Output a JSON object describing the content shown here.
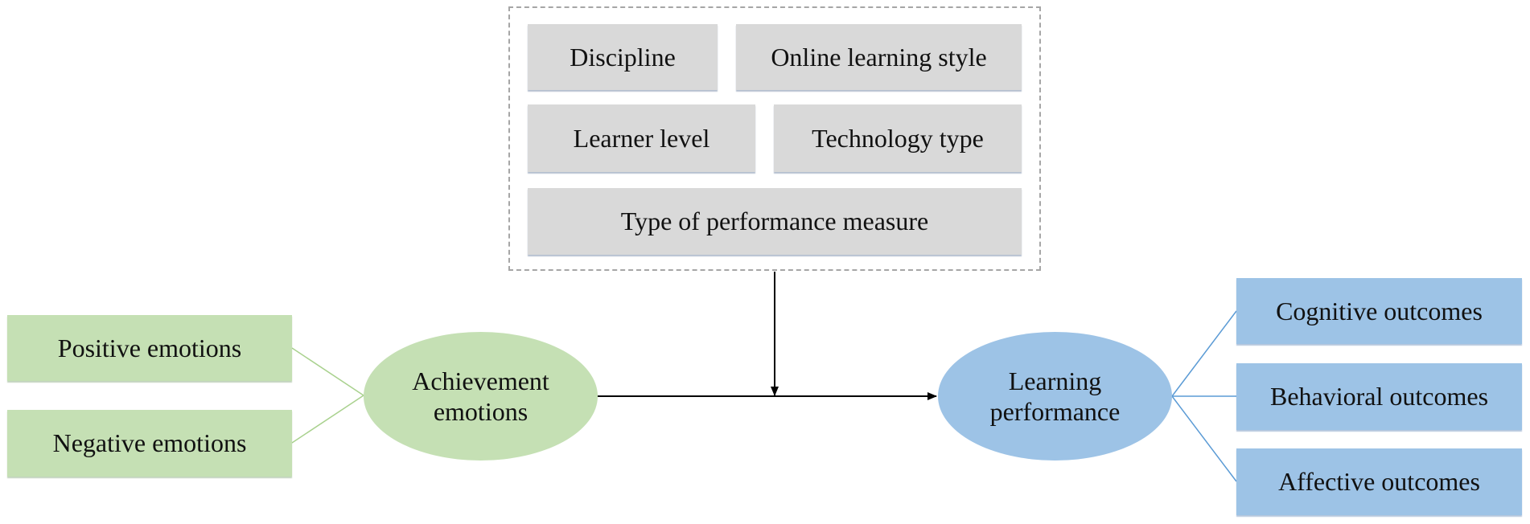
{
  "moderators": {
    "discipline": "Discipline",
    "online_learning_style": "Online learning style",
    "learner_level": "Learner level",
    "technology_type": "Technology type",
    "performance_measure": "Type of performance measure"
  },
  "emotions": {
    "positive": "Positive emotions",
    "negative": "Negative emotions",
    "core": "Achievement emotions"
  },
  "performance": {
    "core": "Learning performance",
    "cognitive": "Cognitive outcomes",
    "behavioral": "Behavioral outcomes",
    "affective": "Affective outcomes"
  },
  "colors": {
    "moderator_fill": "#d9d9d9",
    "emotion_fill": "#c5e0b4",
    "performance_fill": "#9dc3e6",
    "dashed_border": "#a6a6a6",
    "arrow": "#000000"
  }
}
